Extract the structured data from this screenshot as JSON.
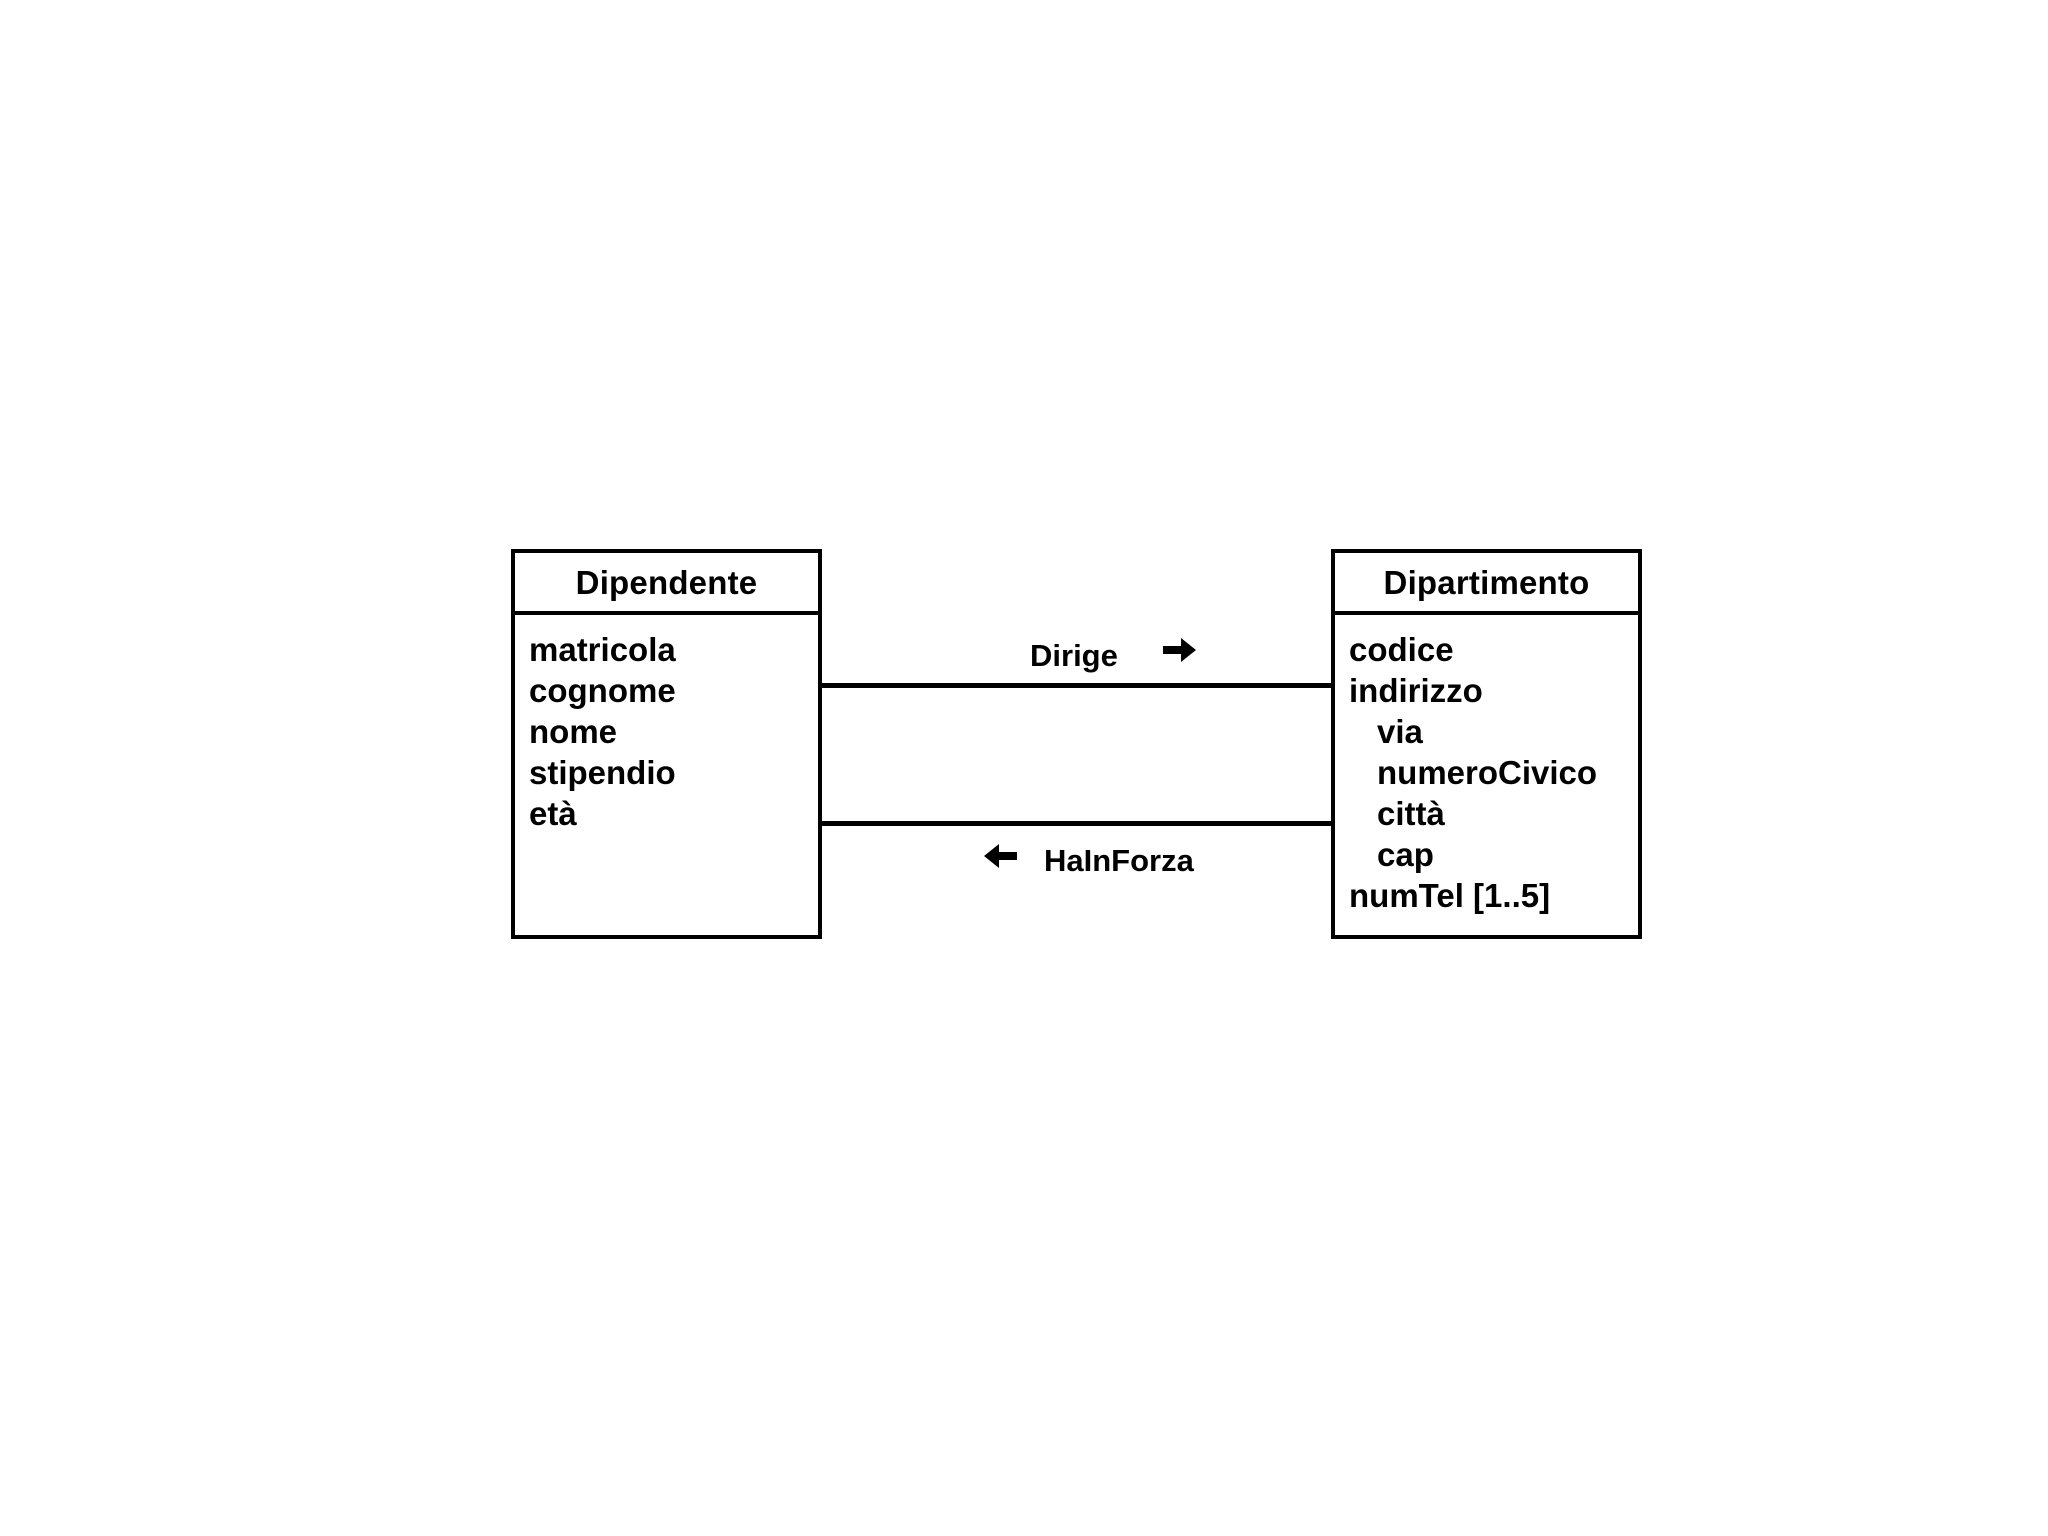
{
  "diagram": {
    "type": "uml-class-diagram",
    "background_color": "#ffffff",
    "line_color": "#000000",
    "text_color": "#000000",
    "classes": [
      {
        "id": "dipendente",
        "name": "Dipendente",
        "attributes": [
          {
            "text": "matricola",
            "indented": false
          },
          {
            "text": "cognome",
            "indented": false
          },
          {
            "text": "nome",
            "indented": false
          },
          {
            "text": "stipendio",
            "indented": false
          },
          {
            "text": "età",
            "indented": false
          }
        ]
      },
      {
        "id": "dipartimento",
        "name": "Dipartimento",
        "attributes": [
          {
            "text": "codice",
            "indented": false
          },
          {
            "text": "indirizzo",
            "indented": false
          },
          {
            "text": "via",
            "indented": true
          },
          {
            "text": "numeroCivico",
            "indented": true
          },
          {
            "text": "città",
            "indented": true
          },
          {
            "text": "cap",
            "indented": true
          },
          {
            "text": "numTel [1..5]",
            "indented": false
          }
        ]
      }
    ],
    "associations": [
      {
        "id": "dirige",
        "label": "Dirige",
        "direction": "right",
        "arrow_icon": "arrow-right-icon",
        "from": "Dipendente",
        "to": "Dipartimento"
      },
      {
        "id": "hainforza",
        "label": "HaInForza",
        "direction": "left",
        "arrow_icon": "arrow-left-icon",
        "from": "Dipartimento",
        "to": "Dipendente"
      }
    ]
  }
}
